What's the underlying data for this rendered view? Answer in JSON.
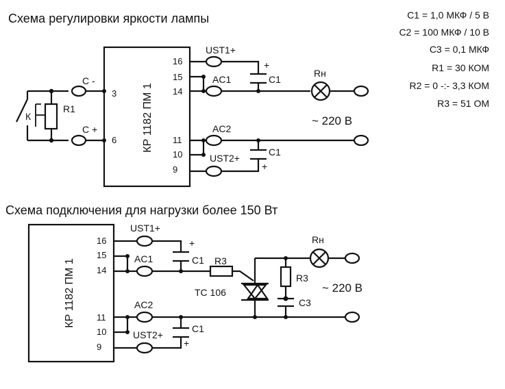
{
  "diagram1": {
    "title": "Схема регулировки яркости лампы",
    "chip": "КР 1182 ПМ 1",
    "pins": {
      "p16": "16",
      "p15": "15",
      "p14": "14",
      "p11": "11",
      "p10": "10",
      "p9": "9",
      "p3": "3",
      "p6": "6"
    },
    "labels": {
      "c_minus": "С -",
      "c_plus": "С +",
      "key": "К",
      "r1": "R1",
      "ust1": "UST1+",
      "ac1": "AC1",
      "c1_top": "C1",
      "c1_top_plus": "+",
      "ac2": "AC2",
      "ust2": "UST2+",
      "c1_bottom": "C1",
      "c1_bottom_plus": "+",
      "load": "Rн",
      "voltage": "~ 220 В"
    }
  },
  "specs": [
    "C1 = 1,0 МКФ / 5 В",
    "C2 = 100 МКФ / 10 В",
    "C3 = 0,1 МКФ",
    "R1 = 30 КОМ",
    "R2 = 0 -:- 3,3 КОМ",
    "R3 = 51 ОМ"
  ],
  "diagram2": {
    "title": "Схема подключения для нагрузки более 150 Вт",
    "chip": "КР 1182 ПМ 1",
    "pins": {
      "p16": "16",
      "p15": "15",
      "p14": "14",
      "p11": "11",
      "p10": "10",
      "p9": "9"
    },
    "labels": {
      "ust1": "UST1+",
      "ac1": "AC1",
      "c1_top": "C1",
      "c1_top_plus": "+",
      "r3_series": "R3",
      "triac": "ТС 106",
      "r3_snubber": "R3",
      "c3": "C3",
      "load": "Rн",
      "voltage": "~ 220 В",
      "ac2": "AC2",
      "ust2": "UST2+",
      "c1_bottom": "C1",
      "c1_bottom_plus": "+"
    }
  }
}
